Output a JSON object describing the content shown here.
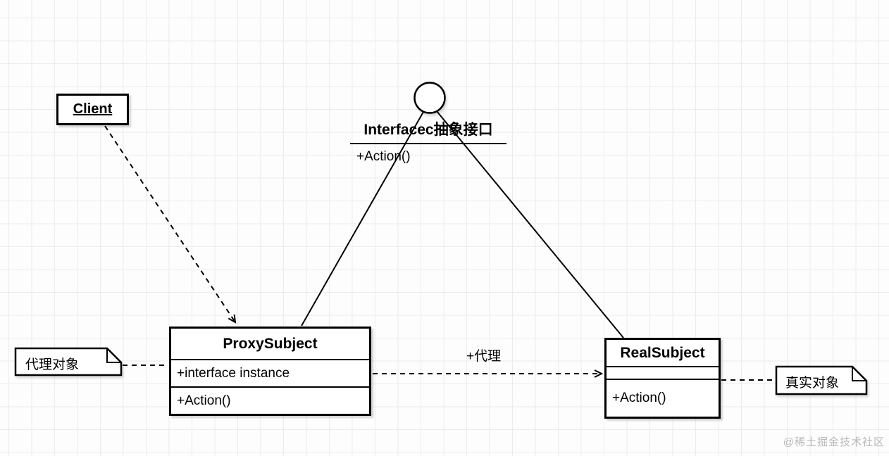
{
  "diagram": {
    "client": {
      "label": "Client"
    },
    "interface": {
      "title": "Interfacec抽象接口",
      "method": "+Action()"
    },
    "proxy_subject": {
      "title": "ProxySubject",
      "attribute": "+interface instance",
      "method": "+Action()"
    },
    "real_subject": {
      "title": "RealSubject",
      "method": "+Action()"
    },
    "note_left": {
      "label": "代理对象"
    },
    "note_right": {
      "label": "真实对象"
    },
    "proxy_edge_label": "+代理",
    "watermark": "@稀土掘金技术社区",
    "colors": {
      "stroke": "#000000",
      "fill": "#ffffff",
      "grid": "#ececec",
      "background": "#fdfdfd",
      "watermark": "#b9b9b9"
    }
  }
}
